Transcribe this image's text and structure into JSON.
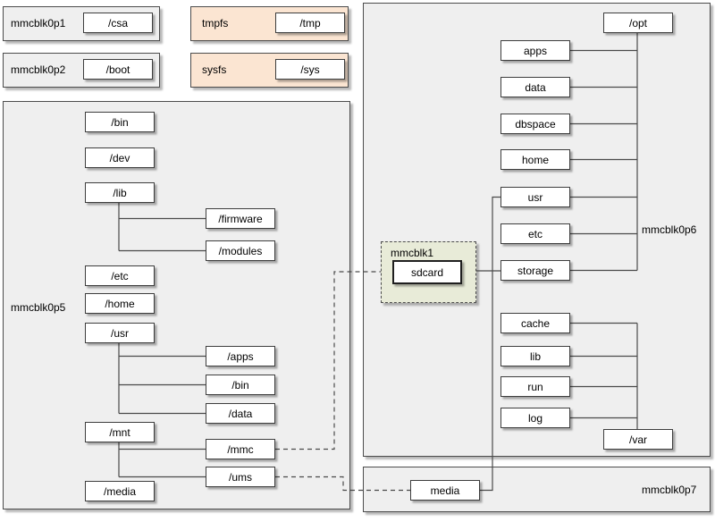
{
  "colors": {
    "box_gray": "#efefef",
    "box_peach": "#fbe5d2",
    "box_green": "#e8ebd8",
    "border": "#4c4c4c",
    "line": "#4a4a4a"
  },
  "partitions": {
    "mmcblk0p1": {
      "label": "mmcblk0p1",
      "mount": "/csa"
    },
    "mmcblk0p2": {
      "label": "mmcblk0p2",
      "mount": "/boot"
    },
    "tmpfs": {
      "label": "tmpfs",
      "mount": "/tmp"
    },
    "sysfs": {
      "label": "sysfs",
      "mount": "/sys"
    },
    "mmcblk0p5": {
      "label": "mmcblk0p5",
      "mounts": {
        "bin": "/bin",
        "dev": "/dev",
        "lib": "/lib",
        "firmware": "/firmware",
        "modules": "/modules",
        "etc": "/etc",
        "home": "/home",
        "usr": "/usr",
        "usr_apps": "/apps",
        "usr_bin": "/bin",
        "usr_data": "/data",
        "mnt": "/mnt",
        "mnt_mmc": "/mmc",
        "mnt_ums": "/ums",
        "media": "/media"
      }
    },
    "mmcblk1": {
      "label": "mmcblk1",
      "mount": "sdcard"
    },
    "mmcblk0p6": {
      "label": "mmcblk0p6",
      "mounts": {
        "opt": "/opt",
        "apps": "apps",
        "data": "data",
        "dbspace": "dbspace",
        "home": "home",
        "usr": "usr",
        "etc": "etc",
        "storage": "storage",
        "cache": "cache",
        "lib": "lib",
        "run": "run",
        "log": "log",
        "var": "/var"
      }
    },
    "mmcblk0p7": {
      "label": "mmcblk0p7",
      "mount": "media"
    }
  }
}
